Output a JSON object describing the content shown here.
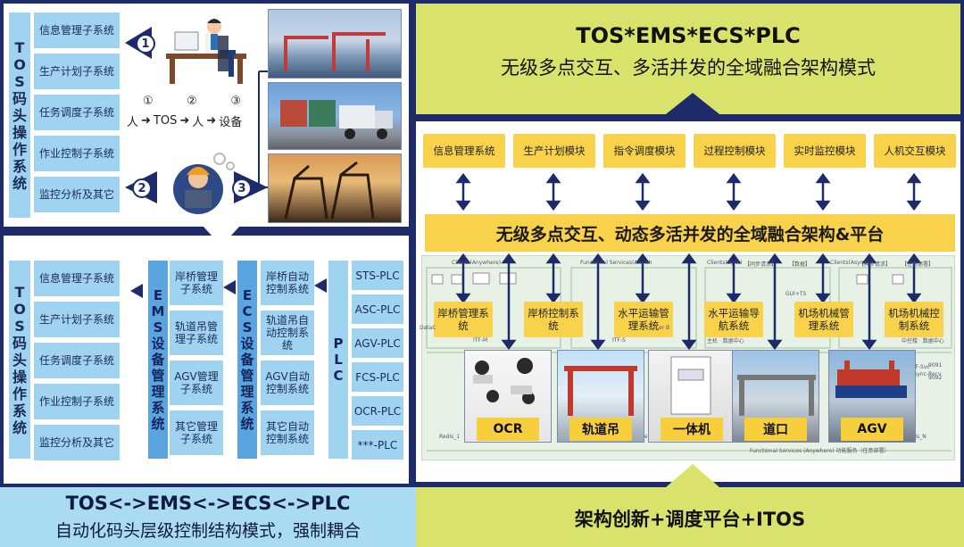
{
  "top_left": {
    "tos_vertical": "TOS码头操作系统",
    "subsystems": [
      "信息管理子系统",
      "生产计划子系统",
      "任务调度子系统",
      "作业控制子系统",
      "监控分析及其它"
    ],
    "flow_numbers": [
      "①",
      "②",
      "③"
    ],
    "flow_labels": [
      "人",
      "TOS",
      "人",
      "设备"
    ],
    "badges": [
      "1",
      "2",
      "3"
    ]
  },
  "bottom_left": {
    "tos_vertical": "TOS码头操作系统",
    "subsystems": [
      "信息管理子系统",
      "生产计划子系统",
      "任务调度子系统",
      "作业控制子系统",
      "监控分析及其它"
    ],
    "ems_vertical": "EMS设备管理系统",
    "ems_items": [
      "岸桥管理子系统",
      "轨道吊管理子系统",
      "AGV管理子系统",
      "其它管理子系统"
    ],
    "ecs_vertical": "ECS设备管理系统",
    "ecs_items": [
      "岸桥自动控制系统",
      "轨道吊自动控制系统",
      "AGV自动控制系统",
      "其它自动控制系统"
    ],
    "plc_vertical": "PLC",
    "plc_items": [
      "STS-PLC",
      "ASC-PLC",
      "AGV-PLC",
      "FCS-PLC",
      "OCR-PLC",
      "***-PLC"
    ]
  },
  "bottom_left_caption": {
    "line1": "TOS<->EMS<->ECS<->PLC",
    "line2": "自动化码头层级控制结构模式，强制耦合"
  },
  "top_right": {
    "line1": "TOS*EMS*ECS*PLC",
    "line2": "无级多点交互、多活并发的全域融合架构模式"
  },
  "right": {
    "modules": [
      "信息管理系统",
      "生产计划模块",
      "指令调度模块",
      "过程控制模块",
      "实时监控模块",
      "人机交互模块"
    ],
    "platform": "无级多点交互、动态多活并发的全域融合架构&平台",
    "bg_labels": [
      "Clients(Anywhere)",
      "Functional Services(Anywhere)",
      "Clients(Sync)",
      "【同步请求】",
      "【数据】",
      "Clients(Async)",
      "【异步请求】",
      "【任意部署】",
      "GUI+TS",
      "主机 · 数据中心",
      "中控楼 · 数据中心",
      "DataC",
      "ITF-M",
      "ITF-S",
      "er B",
      "Redis_1",
      "Redis_W",
      "Redis_N",
      "ITF-Svc",
      "Async-Recv",
      "9091",
      "9092",
      "Functional Services (Anywhere) 功能服务（任意部署）"
    ],
    "systems": [
      "岸桥管理系统",
      "岸桥控制系统",
      "水平运输管理系统",
      "水平运输导航系统",
      "机场机械管理系统",
      "机场机械控制系统"
    ],
    "equipment": [
      "OCR",
      "轨道吊",
      "一体机",
      "道口",
      "AGV"
    ]
  },
  "bottom_right": {
    "caption": "架构创新+调度平台+ITOS"
  },
  "colors": {
    "navy": "#1d2b6b",
    "light_blue": "#9fd3f0",
    "yellow": "#f8d24a",
    "green_banner": "#d9e36b"
  }
}
